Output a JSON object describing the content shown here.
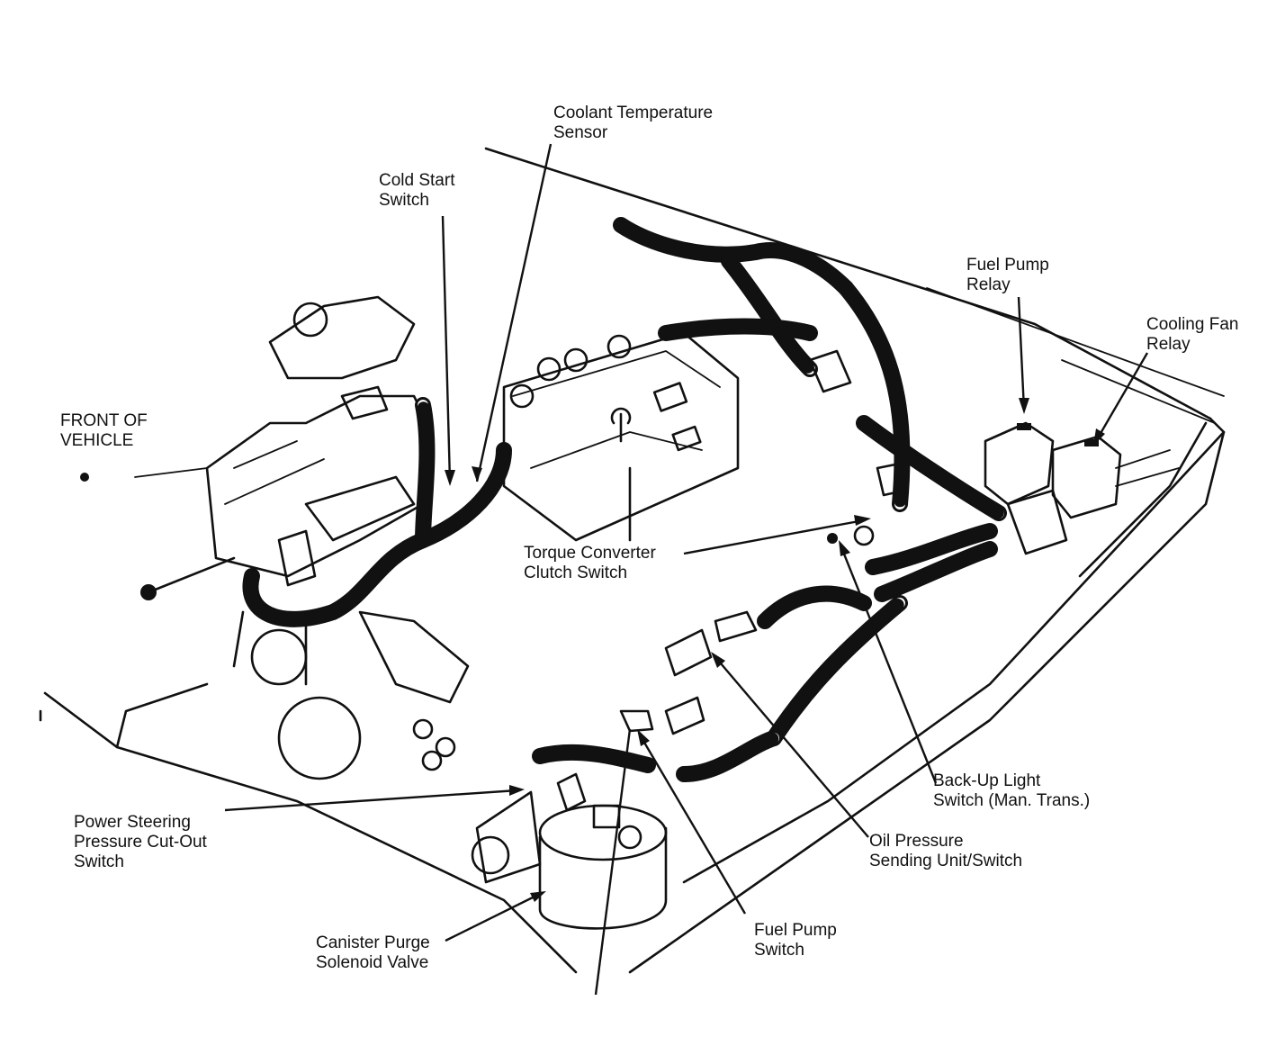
{
  "labels": {
    "coolant_temp": [
      "Coolant Temperature",
      "Sensor"
    ],
    "cold_start": [
      "Cold Start",
      "Switch"
    ],
    "front_of_vehicle": [
      "FRONT OF",
      "VEHICLE"
    ],
    "fuel_pump_relay": [
      "Fuel Pump",
      "Relay"
    ],
    "cooling_fan_relay": [
      "Cooling Fan",
      "Relay"
    ],
    "torque_converter": [
      "Torque Converter",
      "Clutch Switch"
    ],
    "back_up_light": [
      "Back-Up Light",
      "Switch (Man. Trans.)"
    ],
    "oil_pressure": [
      "Oil Pressure",
      "Sending Unit/Switch"
    ],
    "power_steering": [
      "Power Steering",
      "Pressure Cut-Out",
      "Switch"
    ],
    "canister_purge": [
      "Canister Purge",
      "Solenoid Valve"
    ],
    "fuel_pump_switch": [
      "Fuel Pump",
      "Switch"
    ]
  }
}
